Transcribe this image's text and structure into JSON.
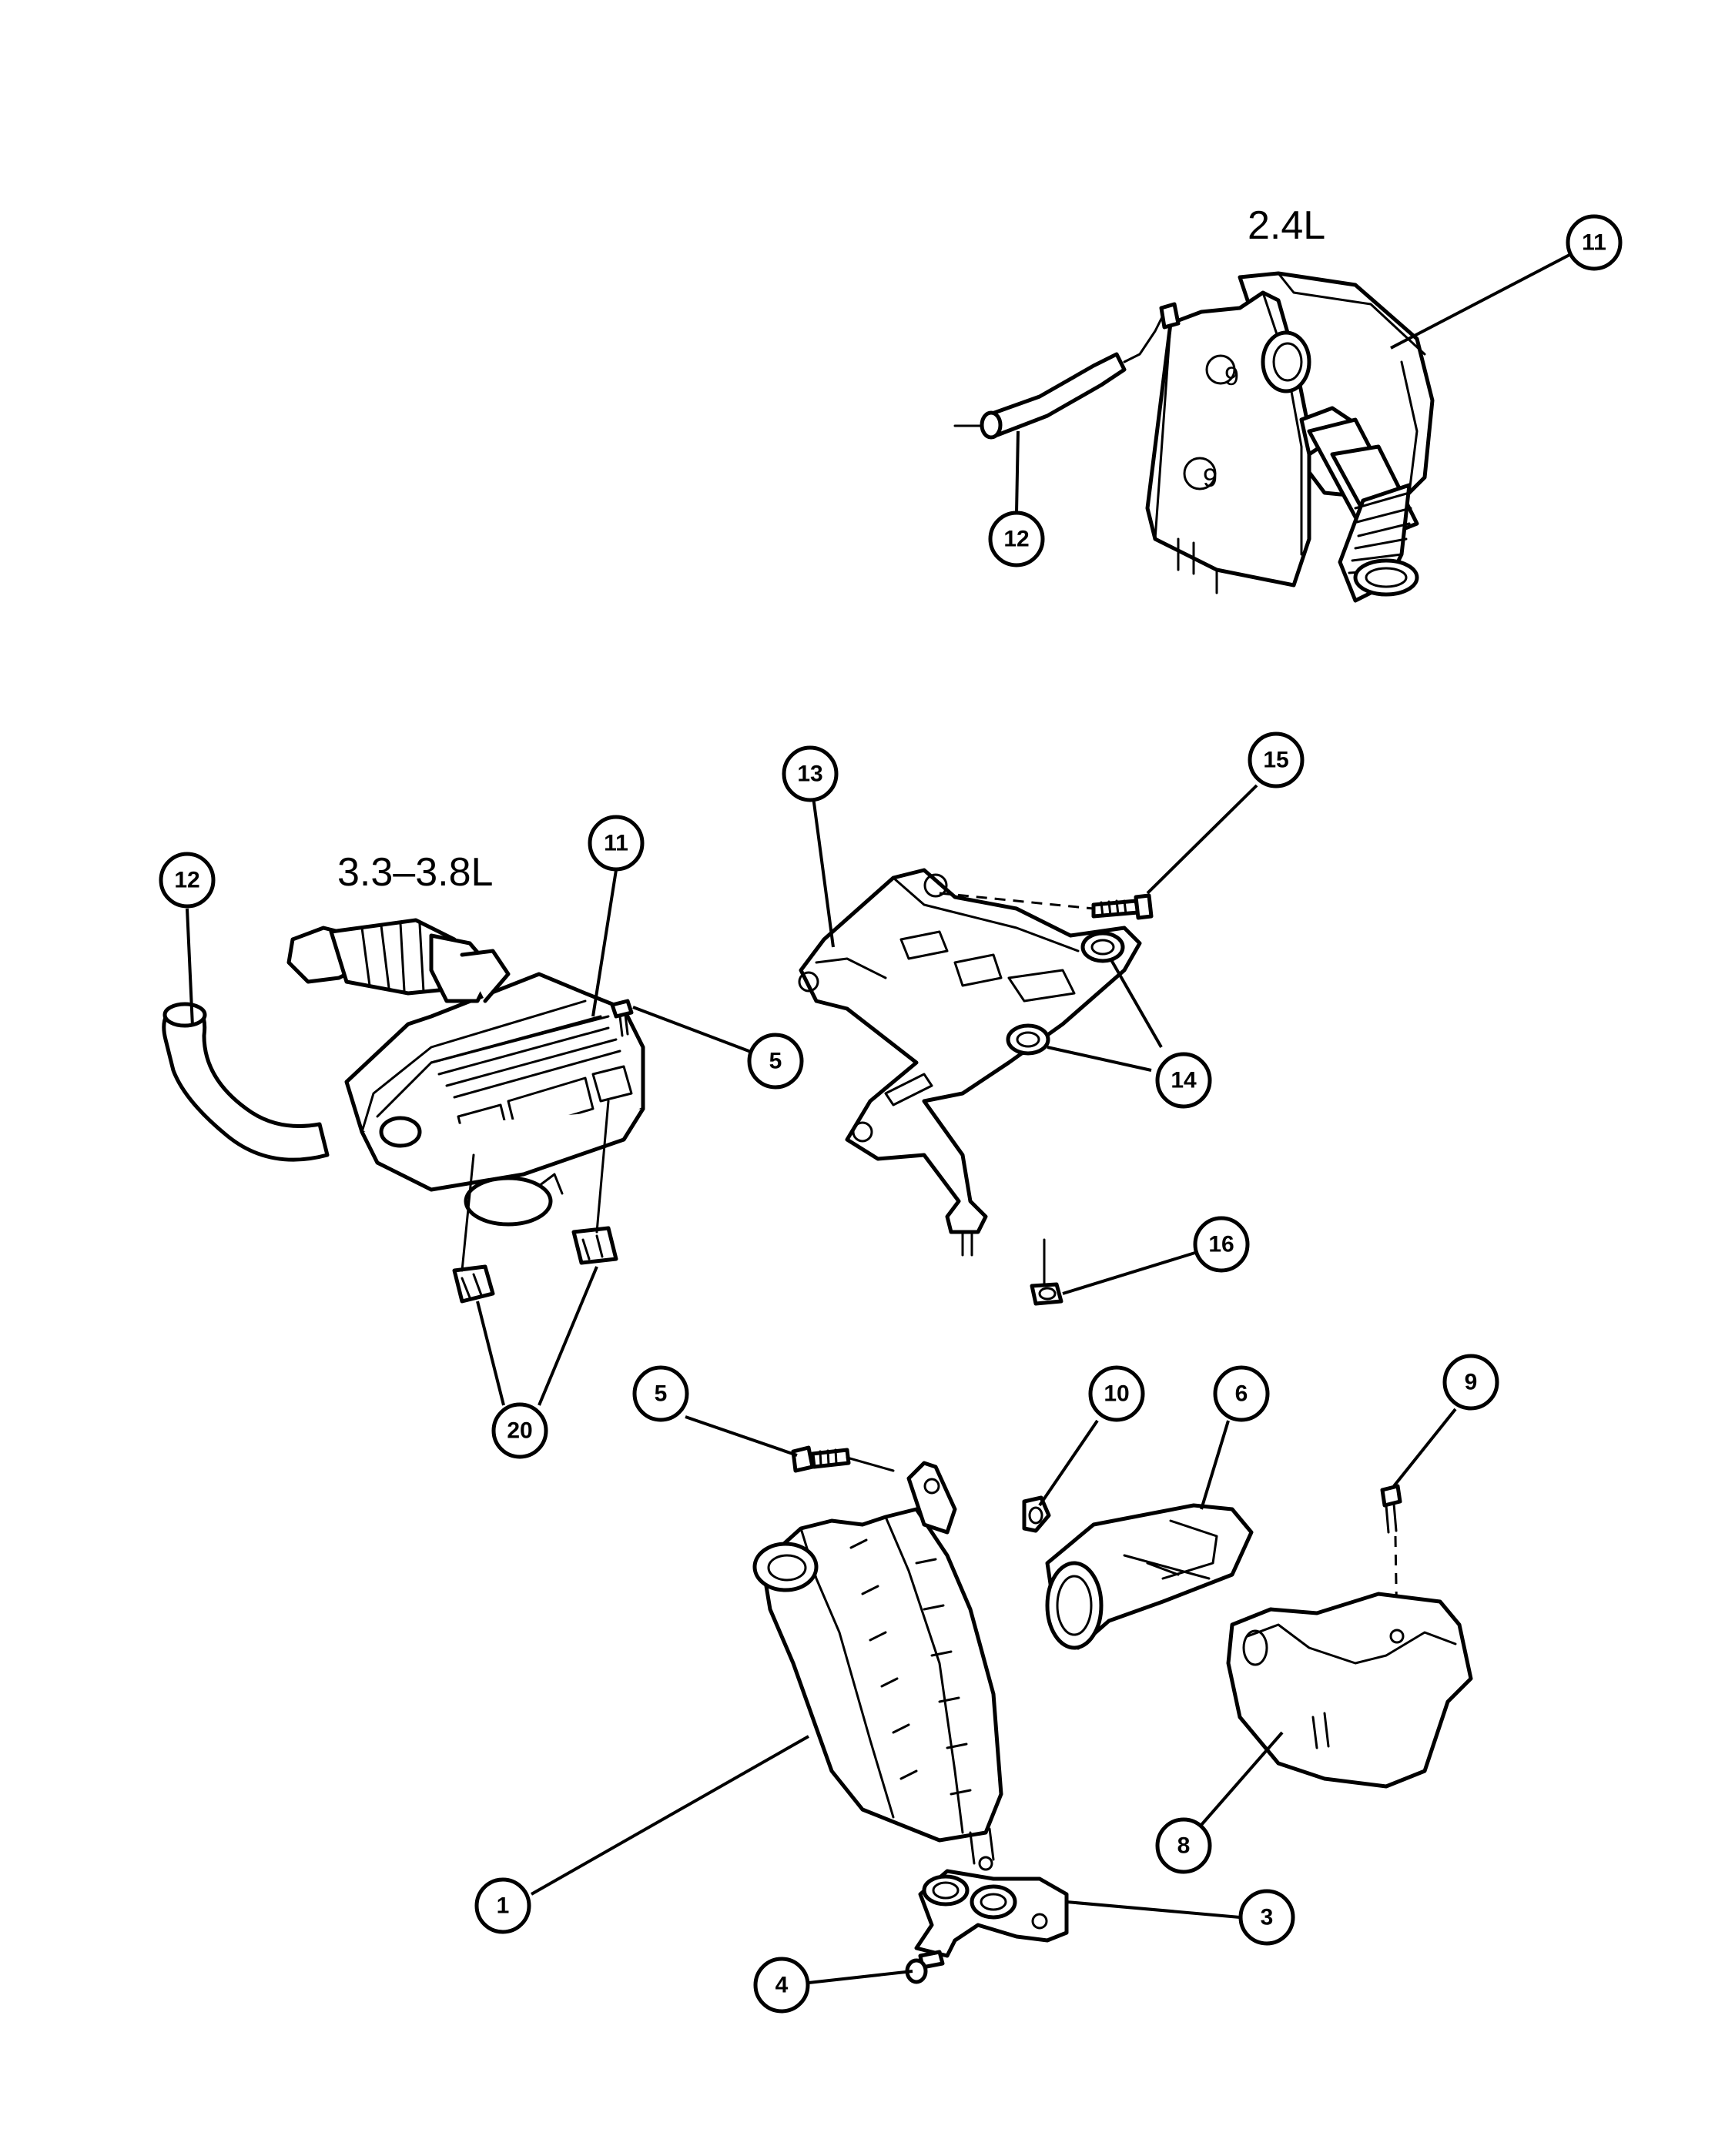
{
  "engine_labels": {
    "engine_2_4": "2.4L",
    "engine_3_3_3_8": "3.3–3.8L"
  },
  "callouts": {
    "c1": "1",
    "c3": "3",
    "c4": "4",
    "c5_top": "5",
    "c5_bottom": "5",
    "c6": "6",
    "c8": "8",
    "c9": "9",
    "c10": "10",
    "c11_top": "11",
    "c11_mid": "11",
    "c12_top": "12",
    "c12_mid": "12",
    "c13": "13",
    "c14": "14",
    "c15": "15",
    "c16": "16",
    "c20": "20"
  }
}
